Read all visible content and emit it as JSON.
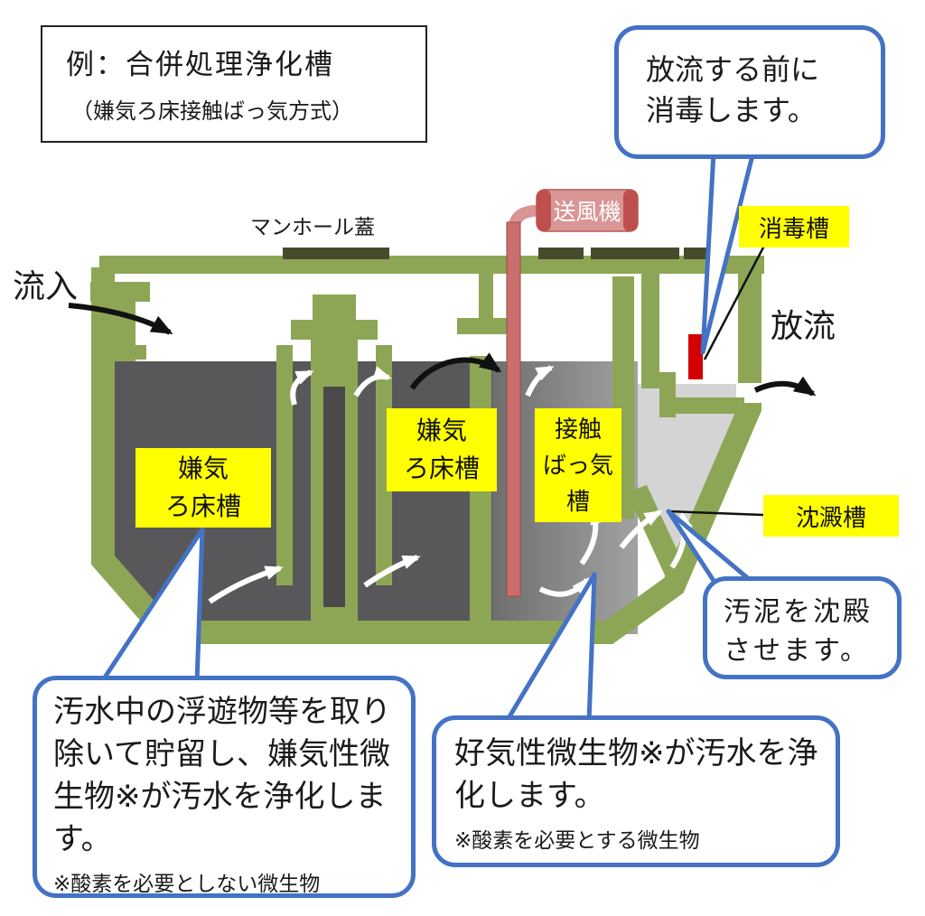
{
  "title": {
    "line1": "例：合併処理浄化槽",
    "line2": "（嫌気ろ床接触ばっ気方式）"
  },
  "labels": {
    "manhole": "マンホール蓋",
    "blower": "送風機",
    "inflow": "流入",
    "outflow": "放流",
    "disinfection_tank": "消毒槽",
    "sedimentation_tank": "沈澱槽",
    "anaerobic_tank_1": {
      "lines": [
        "嫌気",
        "ろ床槽"
      ]
    },
    "anaerobic_tank_2": {
      "lines": [
        "嫌気",
        "ろ床槽"
      ]
    },
    "contact_aeration_tank": {
      "lines": [
        "接触",
        "ばっ気",
        "槽"
      ]
    }
  },
  "callouts": {
    "disinfect_before_discharge": {
      "lines": [
        "放流する前に",
        "消毒します。"
      ]
    },
    "anaerobic_process": {
      "text": "汚水中の浮遊物等を取り除いて貯留し、嫌気性微生物※が汚水を浄化します。",
      "note": "※酸素を必要としない微生物"
    },
    "aerobic_process": {
      "text": "好気性微生物※が汚水を浄化します。",
      "note": "※酸素を必要とする微生物"
    },
    "sludge": {
      "lines": [
        "汚泥を沈殿",
        "させます。"
      ]
    }
  },
  "colors": {
    "tank_green": "#8da656",
    "water_dark": "#58585a",
    "water_light": "#d4d4d4",
    "label_yellow": "#ffff00",
    "callout_blue": "#4472c4",
    "blower_pink": "#d99694",
    "blower_red": "#bf4f4c",
    "disinfect_red": "#d40000",
    "manhole_dark": "#474b2e"
  }
}
